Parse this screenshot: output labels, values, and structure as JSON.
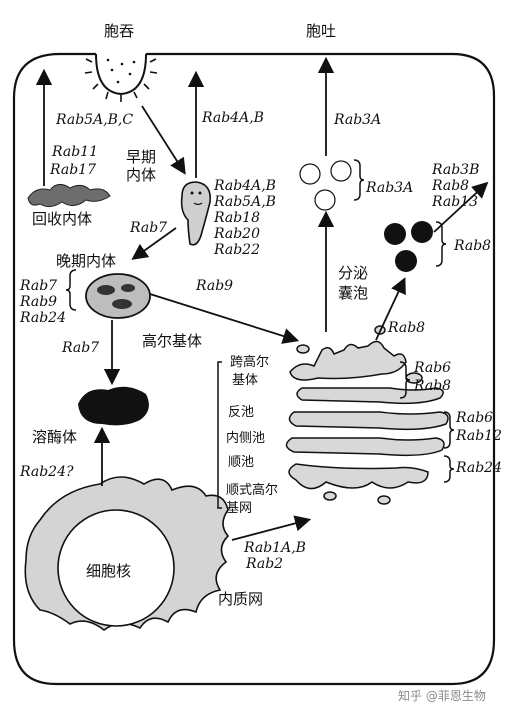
{
  "labels": {
    "endocytosis": "胞吞",
    "exocytosis": "胞吐",
    "early_endosome": [
      "早期",
      "内体"
    ],
    "recycling_endosome": "回收内体",
    "late_endosome": "晚期内体",
    "lysosome": "溶酶体",
    "golgi": "高尔基体",
    "secretory_vesicle": [
      "分泌",
      "囊泡"
    ],
    "nucleus": "细胞核",
    "er": "内质网",
    "cgn": [
      "跨高尔",
      "基体"
    ],
    "trans_cisterna": "反池",
    "medial_cisterna": "内侧池",
    "cis_cisterna": "顺池",
    "cis_network": [
      "顺式高尔",
      "基网"
    ]
  },
  "rabs": {
    "endocytosis_path": "Rab5A,B,C",
    "recycling": [
      "Rab11",
      "Rab17"
    ],
    "recycle_up": "Rab4A,B",
    "exocytosis_path": "Rab3A",
    "vesicles_exo": "Rab3A",
    "early_endosome": [
      "Rab4A,B",
      "Rab5A,B",
      "Rab18",
      "Rab20",
      "Rab22"
    ],
    "early_to_late": "Rab7",
    "late_endosome": [
      "Rab7",
      "Rab9",
      "Rab24"
    ],
    "late_to_golgi": "Rab9",
    "late_to_lysosome": "Rab7",
    "secretory_up": [
      "Rab3B",
      "Rab8",
      "Rab13"
    ],
    "secretory_vesicle": "Rab8",
    "golgi_to_secretory": "Rab8",
    "trans_golgi": [
      "Rab6",
      "Rab8"
    ],
    "medial": [
      "Rab6",
      "Rab12"
    ],
    "cis": "Rab24",
    "lysosome_in": "Rab24?",
    "er_to_golgi": [
      "Rab1A,B",
      "Rab2"
    ]
  },
  "watermark": "知乎 @菲恩生物"
}
